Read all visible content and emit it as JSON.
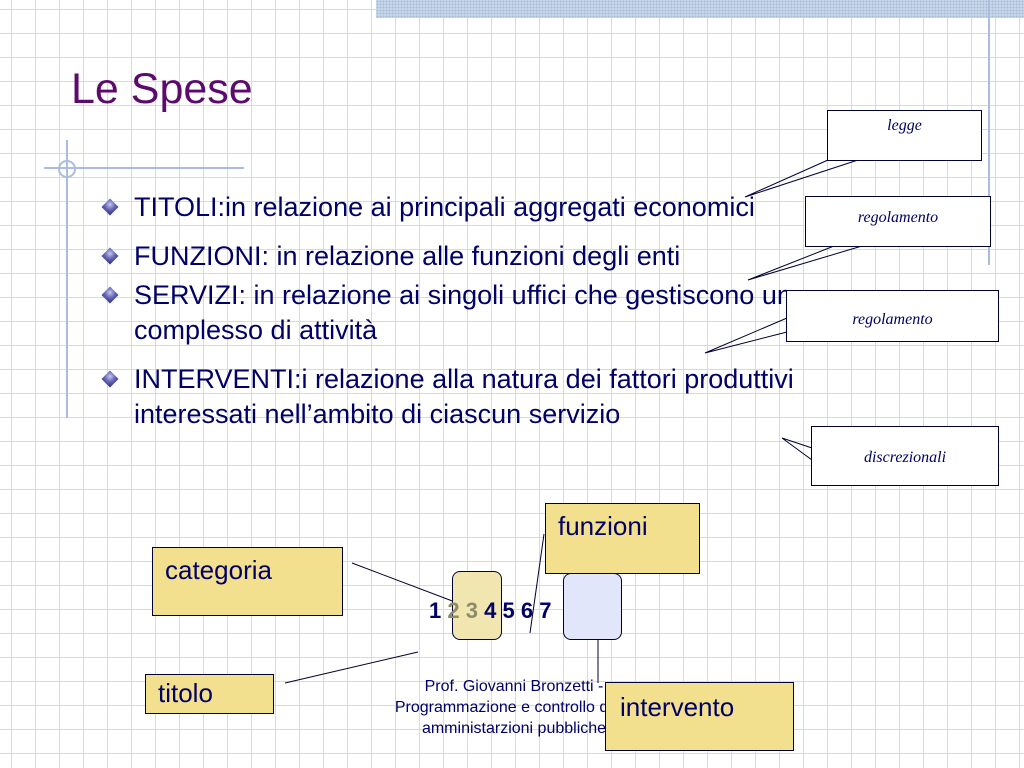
{
  "slide": {
    "title": "Le Spese",
    "colors": {
      "title": "#5c0a6e",
      "text": "#000066",
      "label_fill": "#f2e08e",
      "grid": "#d3d9ee"
    }
  },
  "bullets": [
    {
      "text": "TITOLI:in relazione ai principali aggregati economici"
    },
    {
      "text": "FUNZIONI: in relazione alle funzioni degli enti"
    },
    {
      "text": "SERVIZI: in relazione ai singoli uffici che gestiscono un complesso di attività"
    },
    {
      "text": "INTERVENTI:i relazione alla natura dei fattori produttivi interessati nell’ambito di ciascun servizio"
    }
  ],
  "callouts": {
    "titoli": "legge",
    "funzioni": "regolamento",
    "servizi": "regolamento",
    "interventi": "discrezionali"
  },
  "labels": {
    "funzioni": "funzioni",
    "categoria": "categoria",
    "titolo": "titolo",
    "intervento": "intervento"
  },
  "code": {
    "digits": [
      "1",
      "2",
      "3",
      "4",
      "5",
      "6",
      "7"
    ]
  },
  "footer": {
    "line1": "Prof. Giovanni Bronzetti -",
    "line2": "Programmazione e controllo delle",
    "line3": "amministarzioni pubbliche"
  }
}
